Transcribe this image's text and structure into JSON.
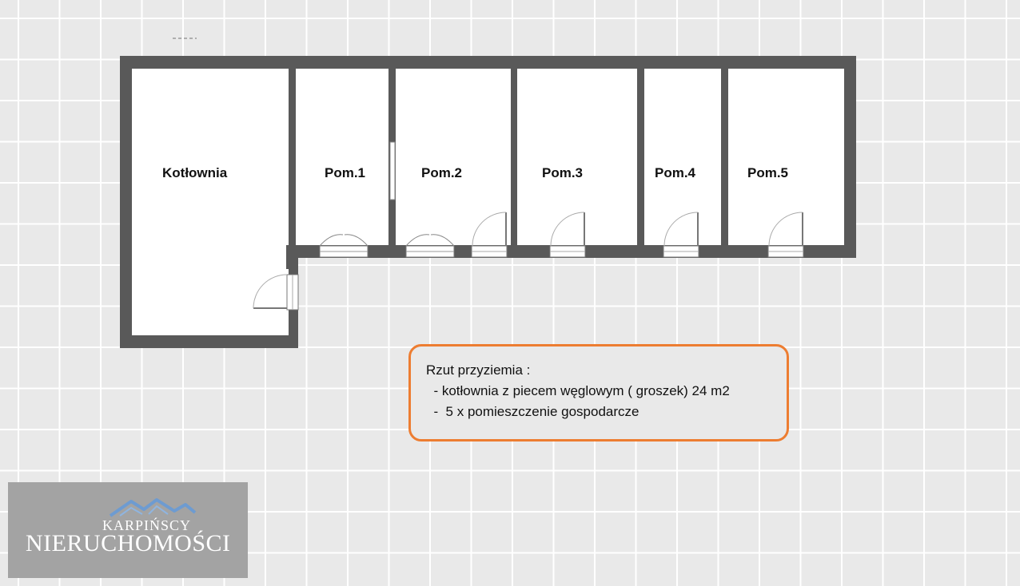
{
  "rooms": [
    {
      "id": "kotlownia",
      "label": "Kotłownia"
    },
    {
      "id": "pom1",
      "label": "Pom.1"
    },
    {
      "id": "pom2",
      "label": "Pom.2"
    },
    {
      "id": "pom3",
      "label": "Pom.3"
    },
    {
      "id": "pom4",
      "label": "Pom.4"
    },
    {
      "id": "pom5",
      "label": "Pom.5"
    }
  ],
  "legend": {
    "title": "Rzut przyziemia :",
    "items": [
      "  - kotłownia z piecem węglowym ( groszek) 24 m2",
      "  -  5 x pomieszczenie gospodarcze"
    ]
  },
  "logo": {
    "line1": "KARPIŃSCY",
    "line2": "NIERUCHOMOŚCI"
  },
  "colors": {
    "wall": "#595959",
    "room_fill": "#ffffff",
    "legend_border": "#ed7d31",
    "logo_bg": "#a3a3a3",
    "logo_roof": "#6d9bd1"
  }
}
